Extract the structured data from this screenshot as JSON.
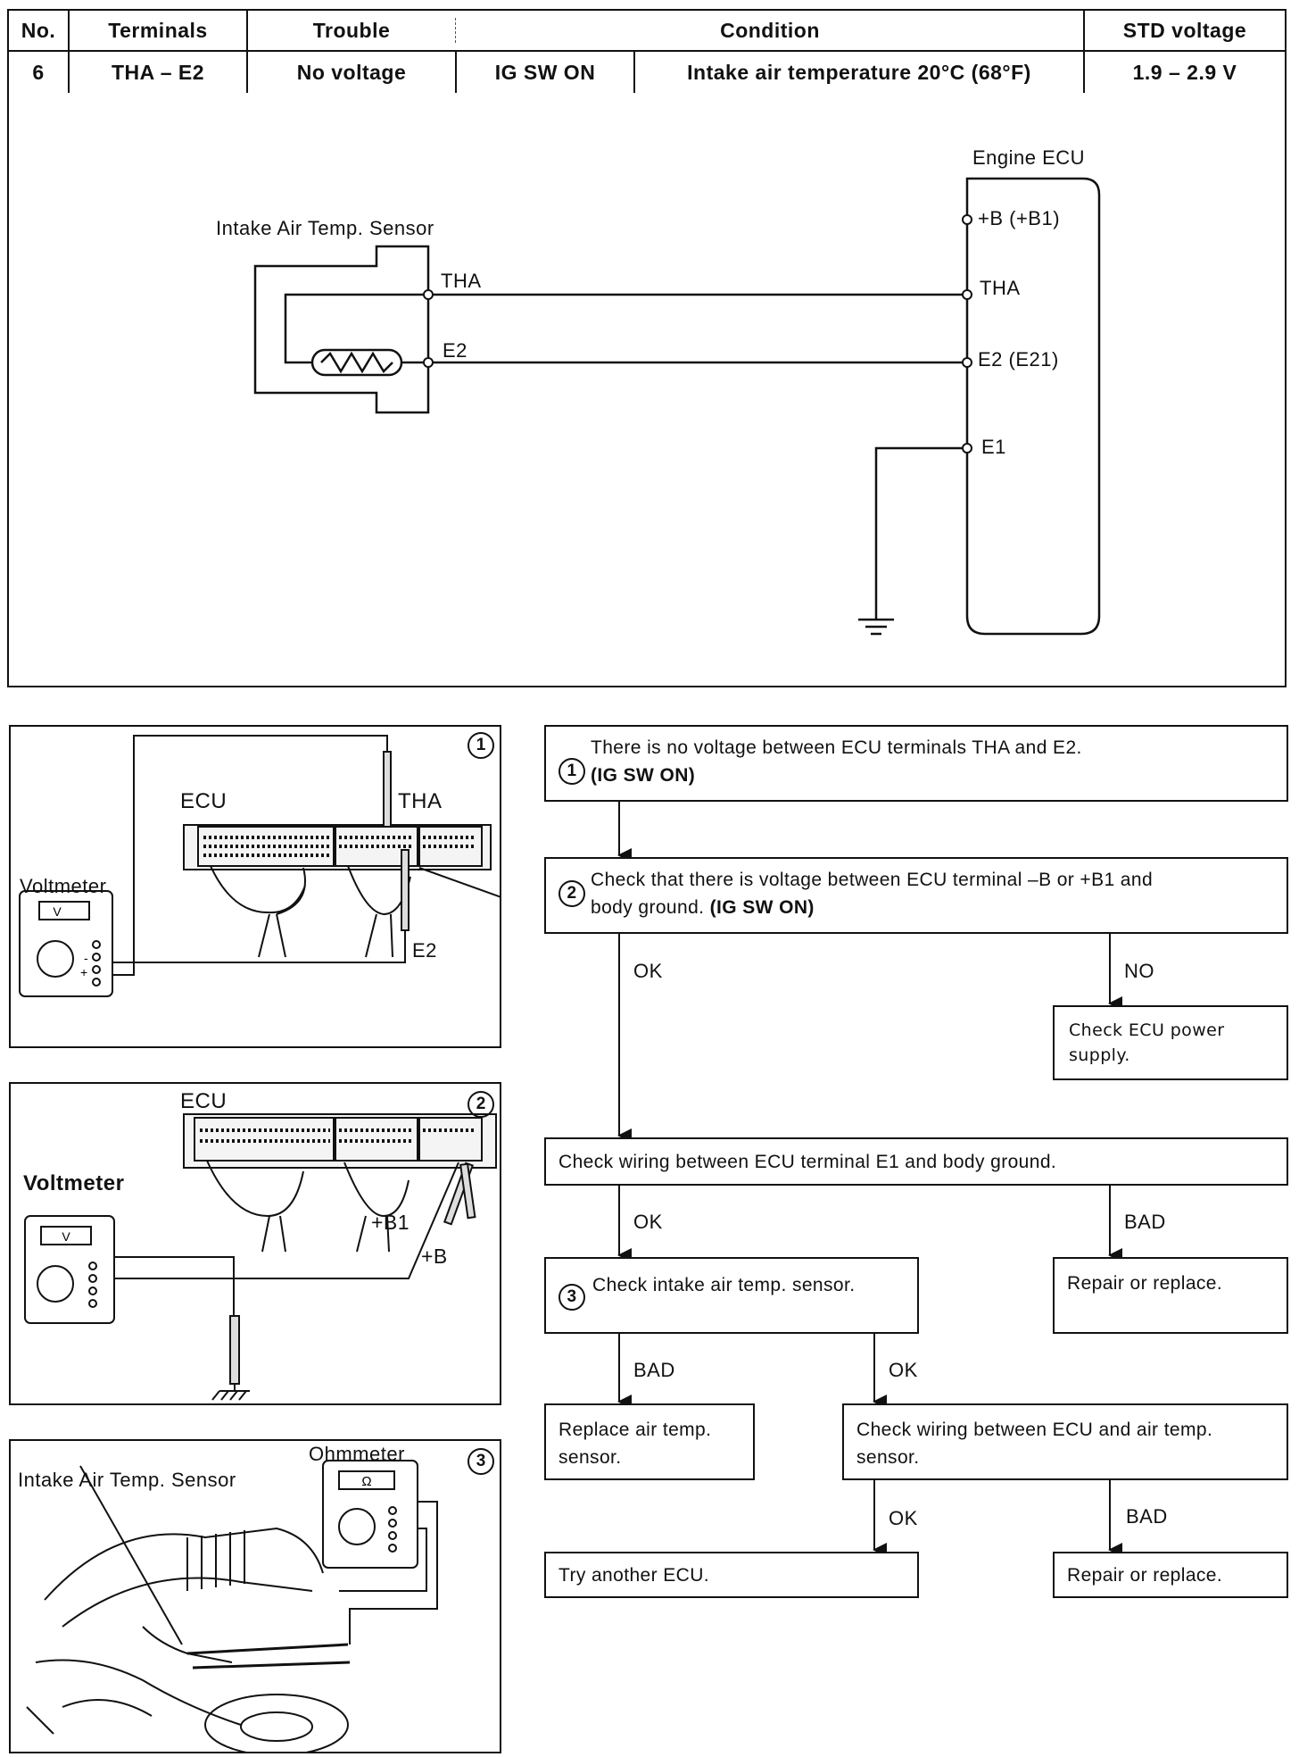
{
  "table": {
    "headers": {
      "no": "No.",
      "terminals": "Terminals",
      "trouble": "Trouble",
      "condition": "Condition",
      "std_voltage": "STD voltage"
    },
    "row": {
      "no": "6",
      "terminals": "THA – E2",
      "trouble": "No voltage",
      "condition_sw": "IG SW ON",
      "condition_temp": "Intake air temperature 20°C (68°F)",
      "std_voltage": "1.9 – 2.9 V"
    }
  },
  "circuit": {
    "sensor_label": "Intake Air Temp. Sensor",
    "ecu_label": "Engine ECU",
    "sensor_terminals": [
      "THA",
      "E2"
    ],
    "ecu_terminals": [
      "+B (+B1)",
      "THA",
      "E2 (E21)",
      "E1"
    ]
  },
  "panels": {
    "p1": {
      "number": "1",
      "ecu": "ECU",
      "tha": "THA",
      "e2": "E2",
      "meter": "Voltmeter",
      "meter_display": "V"
    },
    "p2": {
      "number": "2",
      "ecu": "ECU",
      "b1": "+B1",
      "b": "+B",
      "meter": "Voltmeter",
      "meter_display": "V"
    },
    "p3": {
      "number": "3",
      "sensor": "Intake Air Temp. Sensor",
      "meter": "Ohmmeter",
      "meter_display": "Ω"
    }
  },
  "flow": {
    "step1_num": "1",
    "step1_text": "There is no voltage between ECU terminals THA and E2.",
    "step1_bold": "(IG SW ON)",
    "step2_num": "2",
    "step2_text_a": "Check that there is voltage between ECU terminal –B or +B1 and",
    "step2_text_b": "body ground.",
    "step2_bold": "(IG SW ON)",
    "ok_1": "OK",
    "no_1": "NO",
    "check_power": "Check ECU power supply.",
    "check_e1": "Check wiring between ECU terminal E1 and body ground.",
    "ok_2": "OK",
    "bad_2": "BAD",
    "step3_num": "3",
    "step3_text": "Check intake air temp. sensor.",
    "repair_1": "Repair or replace.",
    "bad_3": "BAD",
    "ok_3": "OK",
    "replace_sensor": "Replace air temp. sensor.",
    "check_wiring": "Check wiring between ECU and air temp. sensor.",
    "ok_4": "OK",
    "bad_4": "BAD",
    "try_ecu": "Try another ECU.",
    "repair_2": "Repair or replace."
  }
}
